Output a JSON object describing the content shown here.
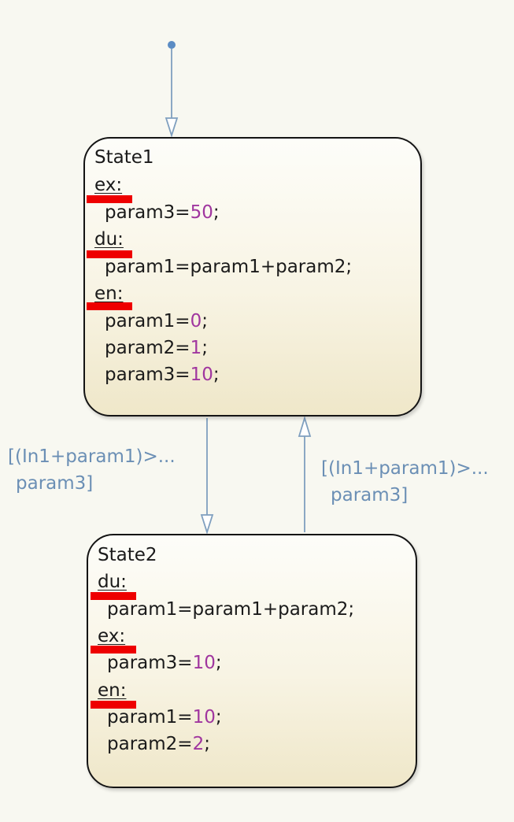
{
  "colors": {
    "transition": "#6b8fb5",
    "number": "#a0369f",
    "highlight": "#ee0000",
    "border": "#141414"
  },
  "state1": {
    "title": "State1",
    "ex_label": "ex:",
    "ex_line1": {
      "lhs": "param3=",
      "num": "50",
      "end": ";"
    },
    "du_label": "du:",
    "du_line1": {
      "text": "param1=param1+param2;"
    },
    "en_label": "en:",
    "en_line1": {
      "lhs": "param1=",
      "num": "0",
      "end": ";"
    },
    "en_line2": {
      "lhs": "param2=",
      "num": "1",
      "end": ";"
    },
    "en_line3": {
      "lhs": "param3=",
      "num": "10",
      "end": ";"
    }
  },
  "state2": {
    "title": "State2",
    "du_label": "du:",
    "du_line1": {
      "text": "param1=param1+param2;"
    },
    "ex_label": "ex:",
    "ex_line1": {
      "lhs": "param3=",
      "num": "10",
      "end": ";"
    },
    "en_label": "en:",
    "en_line1": {
      "lhs": "param1=",
      "num": "10",
      "end": ";"
    },
    "en_line2": {
      "lhs": "param2=",
      "num": "2",
      "end": ";"
    }
  },
  "transition_down": {
    "line1": "[(In1+param1)>...",
    "line2": "param3]"
  },
  "transition_up": {
    "line1": "[(In1+param1)>...",
    "line2": "param3]"
  }
}
